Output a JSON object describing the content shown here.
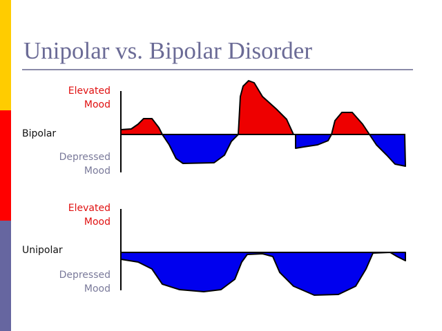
{
  "slide": {
    "title": "Unipolar vs. Bipolar Disorder",
    "colors": {
      "elevated": "#ee0000",
      "depressed": "#0000ee",
      "bar_top": "#ffcc00",
      "bar_mid": "#ff0000",
      "bar_bottom": "#6666a0"
    }
  },
  "bipolar": {
    "name": "Bipolar",
    "elevated_line1": "Elevated",
    "elevated_line2": "Mood",
    "depressed_line1": "Depressed",
    "depressed_line2": "Mood"
  },
  "unipolar": {
    "name": "Unipolar",
    "elevated_line1": "Elevated",
    "elevated_line2": "Mood",
    "depressed_line1": "Depressed",
    "depressed_line2": "Mood"
  }
}
